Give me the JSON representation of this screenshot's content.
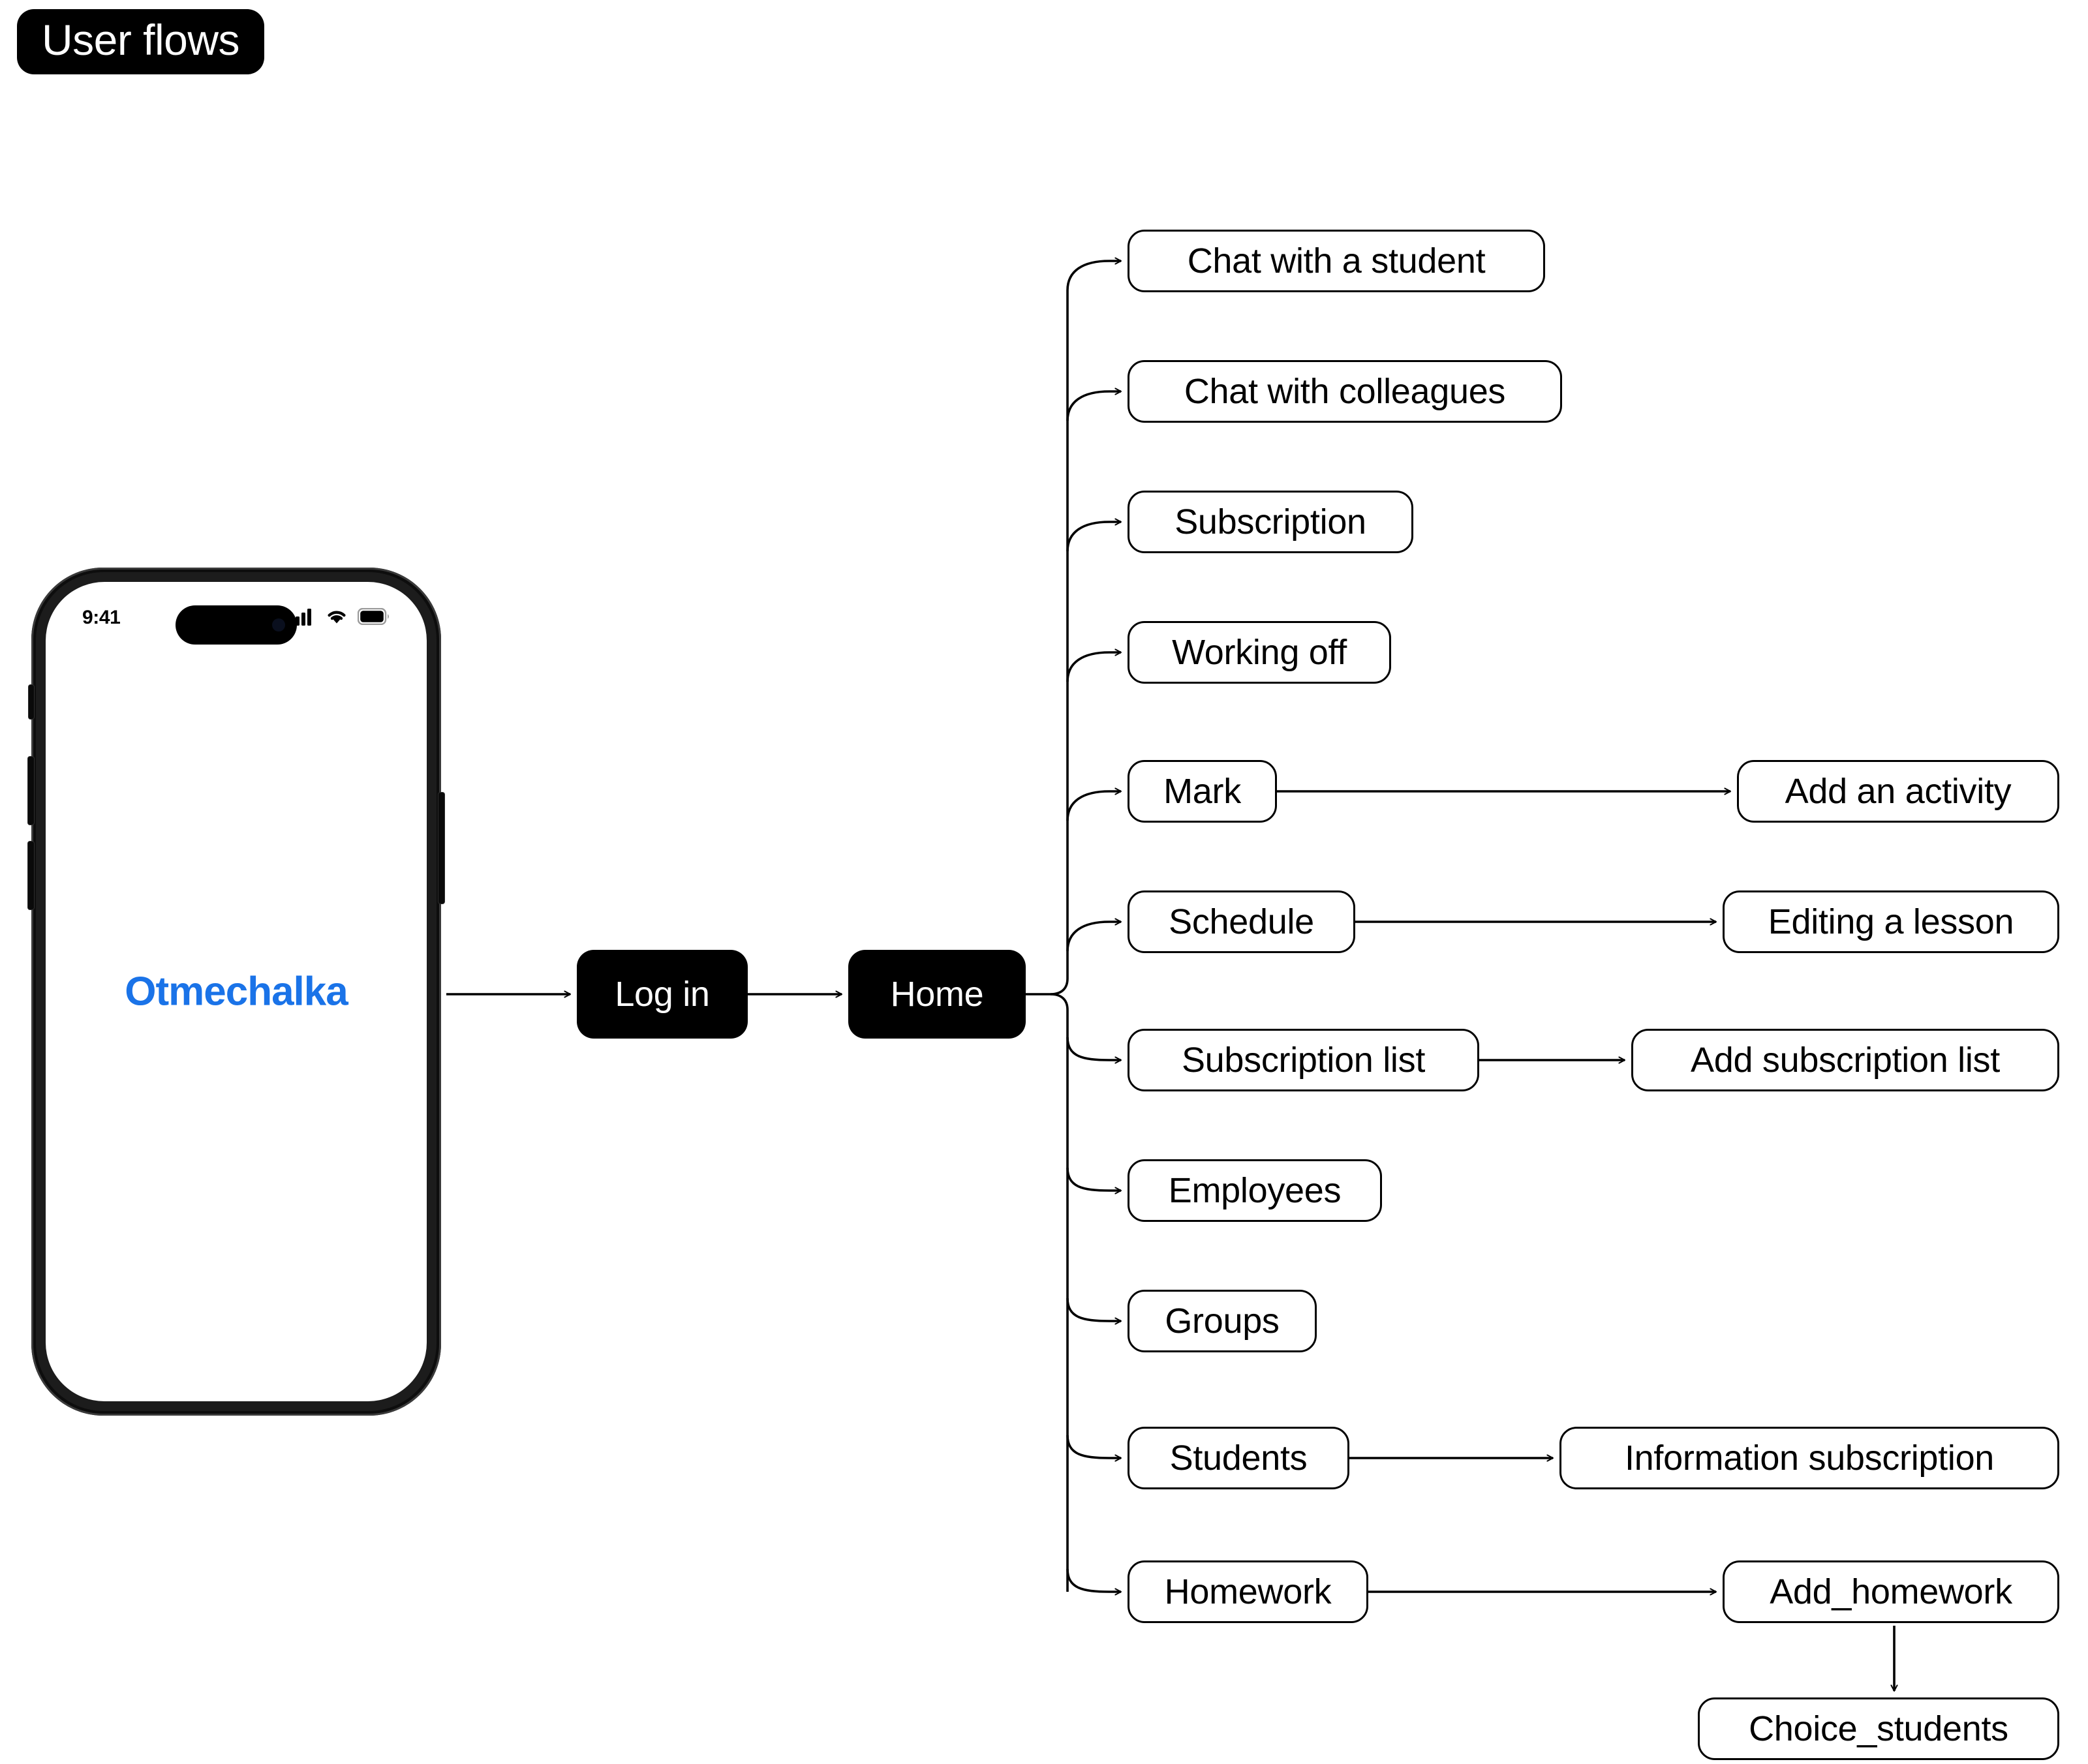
{
  "page": {
    "title_badge": "User flows",
    "background_color": "#ffffff",
    "accent_color": "#1a73e8",
    "node_border_color": "#000000",
    "dark_node_color": "#000000"
  },
  "phone": {
    "status_bar": {
      "time": "9:41",
      "cellular_icon": "cellular-signal-icon",
      "wifi_icon": "wifi-icon",
      "battery_icon": "battery-icon"
    },
    "dynamic_island": "dynamic-island",
    "brand": "Otmechalka",
    "brand_color": "#1a73e8"
  },
  "flow": {
    "root_nodes": [
      {
        "id": "login",
        "label": "Log in",
        "style": "dark"
      },
      {
        "id": "home",
        "label": "Home",
        "style": "dark"
      }
    ],
    "branches": [
      {
        "id": "chat-student",
        "label": "Chat with a student",
        "style": "light"
      },
      {
        "id": "chat-colleagues",
        "label": "Chat with colleagues",
        "style": "light"
      },
      {
        "id": "subscription",
        "label": "Subscription",
        "style": "light"
      },
      {
        "id": "working-off",
        "label": "Working off",
        "style": "light"
      },
      {
        "id": "mark",
        "label": "Mark",
        "style": "light"
      },
      {
        "id": "schedule",
        "label": "Schedule",
        "style": "light"
      },
      {
        "id": "subscription-list",
        "label": "Subscription list",
        "style": "light"
      },
      {
        "id": "employees",
        "label": "Employees",
        "style": "light"
      },
      {
        "id": "groups",
        "label": "Groups",
        "style": "light"
      },
      {
        "id": "students",
        "label": "Students",
        "style": "light"
      },
      {
        "id": "homework",
        "label": "Homework",
        "style": "light"
      }
    ],
    "leaves": [
      {
        "id": "add-activity",
        "label": "Add an activity",
        "style": "light",
        "parent": "mark"
      },
      {
        "id": "editing-lesson",
        "label": "Editing a lesson",
        "style": "light",
        "parent": "schedule"
      },
      {
        "id": "add-subscription-list",
        "label": "Add subscription list",
        "style": "light",
        "parent": "subscription-list"
      },
      {
        "id": "information-subscription",
        "label": "Information subscription",
        "style": "light",
        "parent": "students"
      },
      {
        "id": "add-homework",
        "label": "Add_homework",
        "style": "light",
        "parent": "homework"
      },
      {
        "id": "choice-students",
        "label": "Choice_students",
        "style": "light",
        "parent": "add-homework"
      }
    ]
  }
}
